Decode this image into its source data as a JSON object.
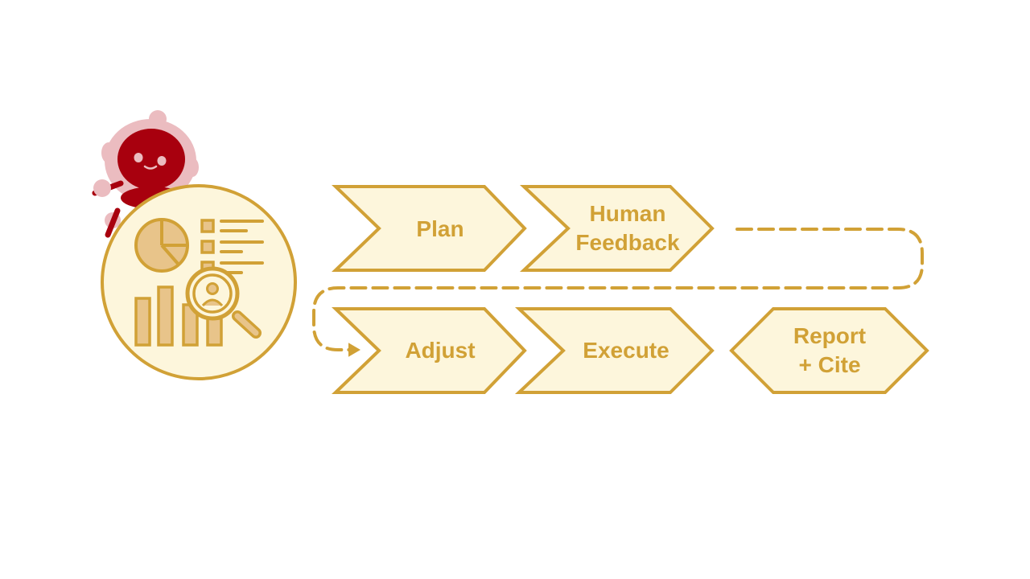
{
  "colors": {
    "accent": "#d1a136",
    "fill": "#fdf6dc",
    "icon_fill": "#e8c48a",
    "robot_body": "#a8000e",
    "robot_halo": "#ebbcc0",
    "background": "#ffffff"
  },
  "icons": [
    "robot-mascot-icon",
    "analytics-report-icon",
    "pie-chart-icon",
    "bar-chart-icon",
    "magnifier-person-icon"
  ],
  "steps": {
    "plan": "Plan",
    "feedback_line1": "Human",
    "feedback_line2": "Feedback",
    "adjust": "Adjust",
    "execute": "Execute",
    "report_line1": "Report",
    "report_line2": "+ Cite"
  }
}
